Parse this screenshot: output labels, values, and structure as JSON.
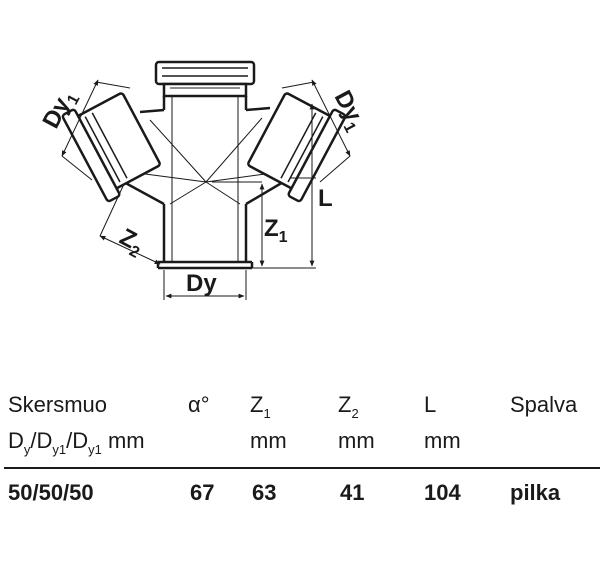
{
  "diagram": {
    "labels": {
      "left_socket": "Dy",
      "left_socket_sub": "1",
      "right_socket": "Dy",
      "right_socket_sub": "1",
      "z2": "Z",
      "z2_sub": "2",
      "z1": "Z",
      "z1_sub": "1",
      "l": "L",
      "bottom": "Dy"
    }
  },
  "table": {
    "headers": {
      "col1_line1": "Skersmuo",
      "col1_line2_d1": "D",
      "col1_line2_s1": "y",
      "col1_line2_d2": "/D",
      "col1_line2_s2": "y1",
      "col1_line2_d3": "/D",
      "col1_line2_s3": "y1",
      "col1_line2_unit": " mm",
      "col2": "α°",
      "col3_main": "Z",
      "col3_sub": "1",
      "col3_unit": "mm",
      "col4_main": "Z",
      "col4_sub": "2",
      "col4_unit": "mm",
      "col5": "L",
      "col5_unit": "mm",
      "col6": "Spalva"
    },
    "rows": [
      {
        "size": "50/50/50",
        "alpha": "67",
        "z1": "63",
        "z2": "41",
        "l": "104",
        "color": "pilka"
      }
    ]
  }
}
